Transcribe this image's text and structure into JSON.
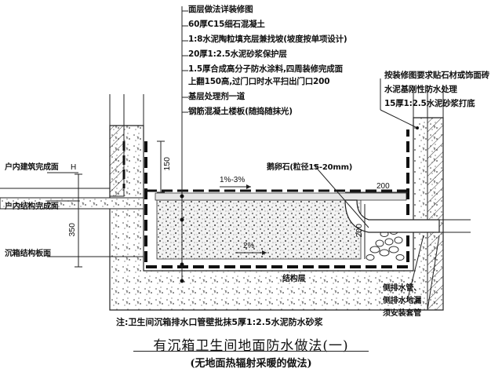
{
  "layer_labels": [
    "面层做法详装修图",
    "60厚C15细石混凝土",
    "1:8水泥陶粒填充层兼找坡(坡度按单项设计)",
    "20厚1:2.5水泥砂浆保护层",
    "1.5厚合成高分子防水涂料,四周装修完成面",
    "上翻150高,过门口时水平扫出门口200",
    "基层处理剂一道",
    "钢筋混凝土楼板(随捣随抹光)"
  ],
  "wall_labels": [
    "按装修图要求贴石材或饰面砖",
    "水泥基刚性防水处理",
    "15厚1:2.5水泥砂浆打底"
  ],
  "left_labels": {
    "finish_floor": "户内建筑完成面",
    "structure_floor": "户内结构完成面",
    "sunk_box_floor": "沉箱结构板面"
  },
  "pebble_label": "鹅卵石(粒径15-20mm)",
  "structure_label": "结构层",
  "slope_top": "1%-3%",
  "slope_bottom": "2%",
  "dims": {
    "d150": "150",
    "d350": "350",
    "d200_top": "200",
    "d200_side": "200",
    "h": "H"
  },
  "drain_labels": [
    "侧排水管、",
    "侧排水地漏",
    "须安装套管"
  ],
  "note": "注:卫生间沉箱排水口管壁批抹5厚1:2.5水泥防水砂浆",
  "title": "有沉箱卫生间地面防水做法(一)",
  "subtitle": "(无地面热辐射采暖的做法)"
}
